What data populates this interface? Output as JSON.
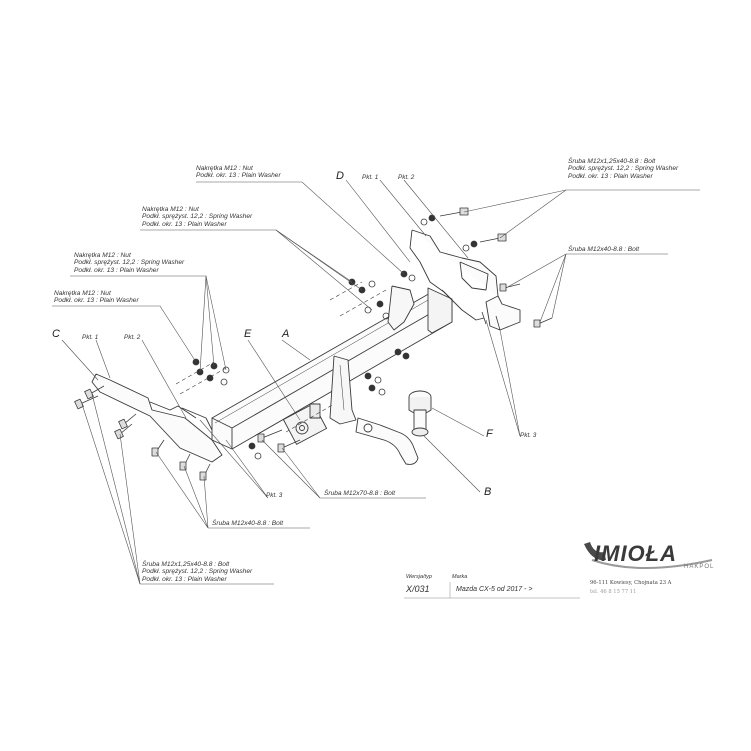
{
  "labels": {
    "nut_top": [
      "Nakrętka M12 : Nut",
      "Podkł. okr. 13 : Plain Washer"
    ],
    "nut_spring_top": [
      "Nakrętka M12 : Nut",
      "Podkł. sprężyst. 12,2 : Spring Washer",
      "Podkł. okr. 13 : Plain Washer"
    ],
    "nut_spring_mid": [
      "Nakrętka M12 : Nut",
      "Podkł. sprężyst. 12,2 : Spring Washer",
      "Podkł. okr. 13 : Plain Washer"
    ],
    "nut_left": [
      "Nakrętka M12 : Nut",
      "Podkł. okr. 13 : Plain Washer"
    ],
    "bolt_right_top": [
      "Śruba M12x1,25x40-8.8 : Bolt",
      "Podkł. sprężyst. 12,2 : Spring Washer",
      "Podkł. okr. 13 : Plain Washer"
    ],
    "bolt_right_mid": [
      "Śruba M12x40-8.8 : Bolt"
    ],
    "bolt_bottom_center": [
      "Śruba M12x70-8.8 : Bolt"
    ],
    "bolt_bottom_mid": [
      "Śruba M12x40-8.8 : Bolt"
    ],
    "bolt_bottom_left": [
      "Śruba M12x1,25x40-8.8 : Bolt",
      "Podkł. sprężyst. 12,2 : Spring Washer",
      "Podkł. okr. 13 : Plain Washer"
    ]
  },
  "letters": {
    "A": "A",
    "B": "B",
    "C": "C",
    "D": "D",
    "E": "E",
    "F": "F"
  },
  "points": {
    "pkt1": "Pkt. 1",
    "pkt2": "Pkt. 2",
    "pkt3": "Pkt. 3"
  },
  "title_block": {
    "code_header": "Wersja/typ",
    "code": "X/031",
    "make_header": "Marka",
    "model": "Mazda CX-5  od  2017 - >"
  },
  "brand": {
    "logo": "IMIOŁA",
    "sub": "HAKPOL",
    "address": "96-111 Kowiesy, Chojnata 23 A",
    "phone": "tel. 46 8 15 77 11"
  },
  "colors": {
    "line": "#3a3a3a",
    "leader": "#555555",
    "paper": "#ffffff"
  }
}
